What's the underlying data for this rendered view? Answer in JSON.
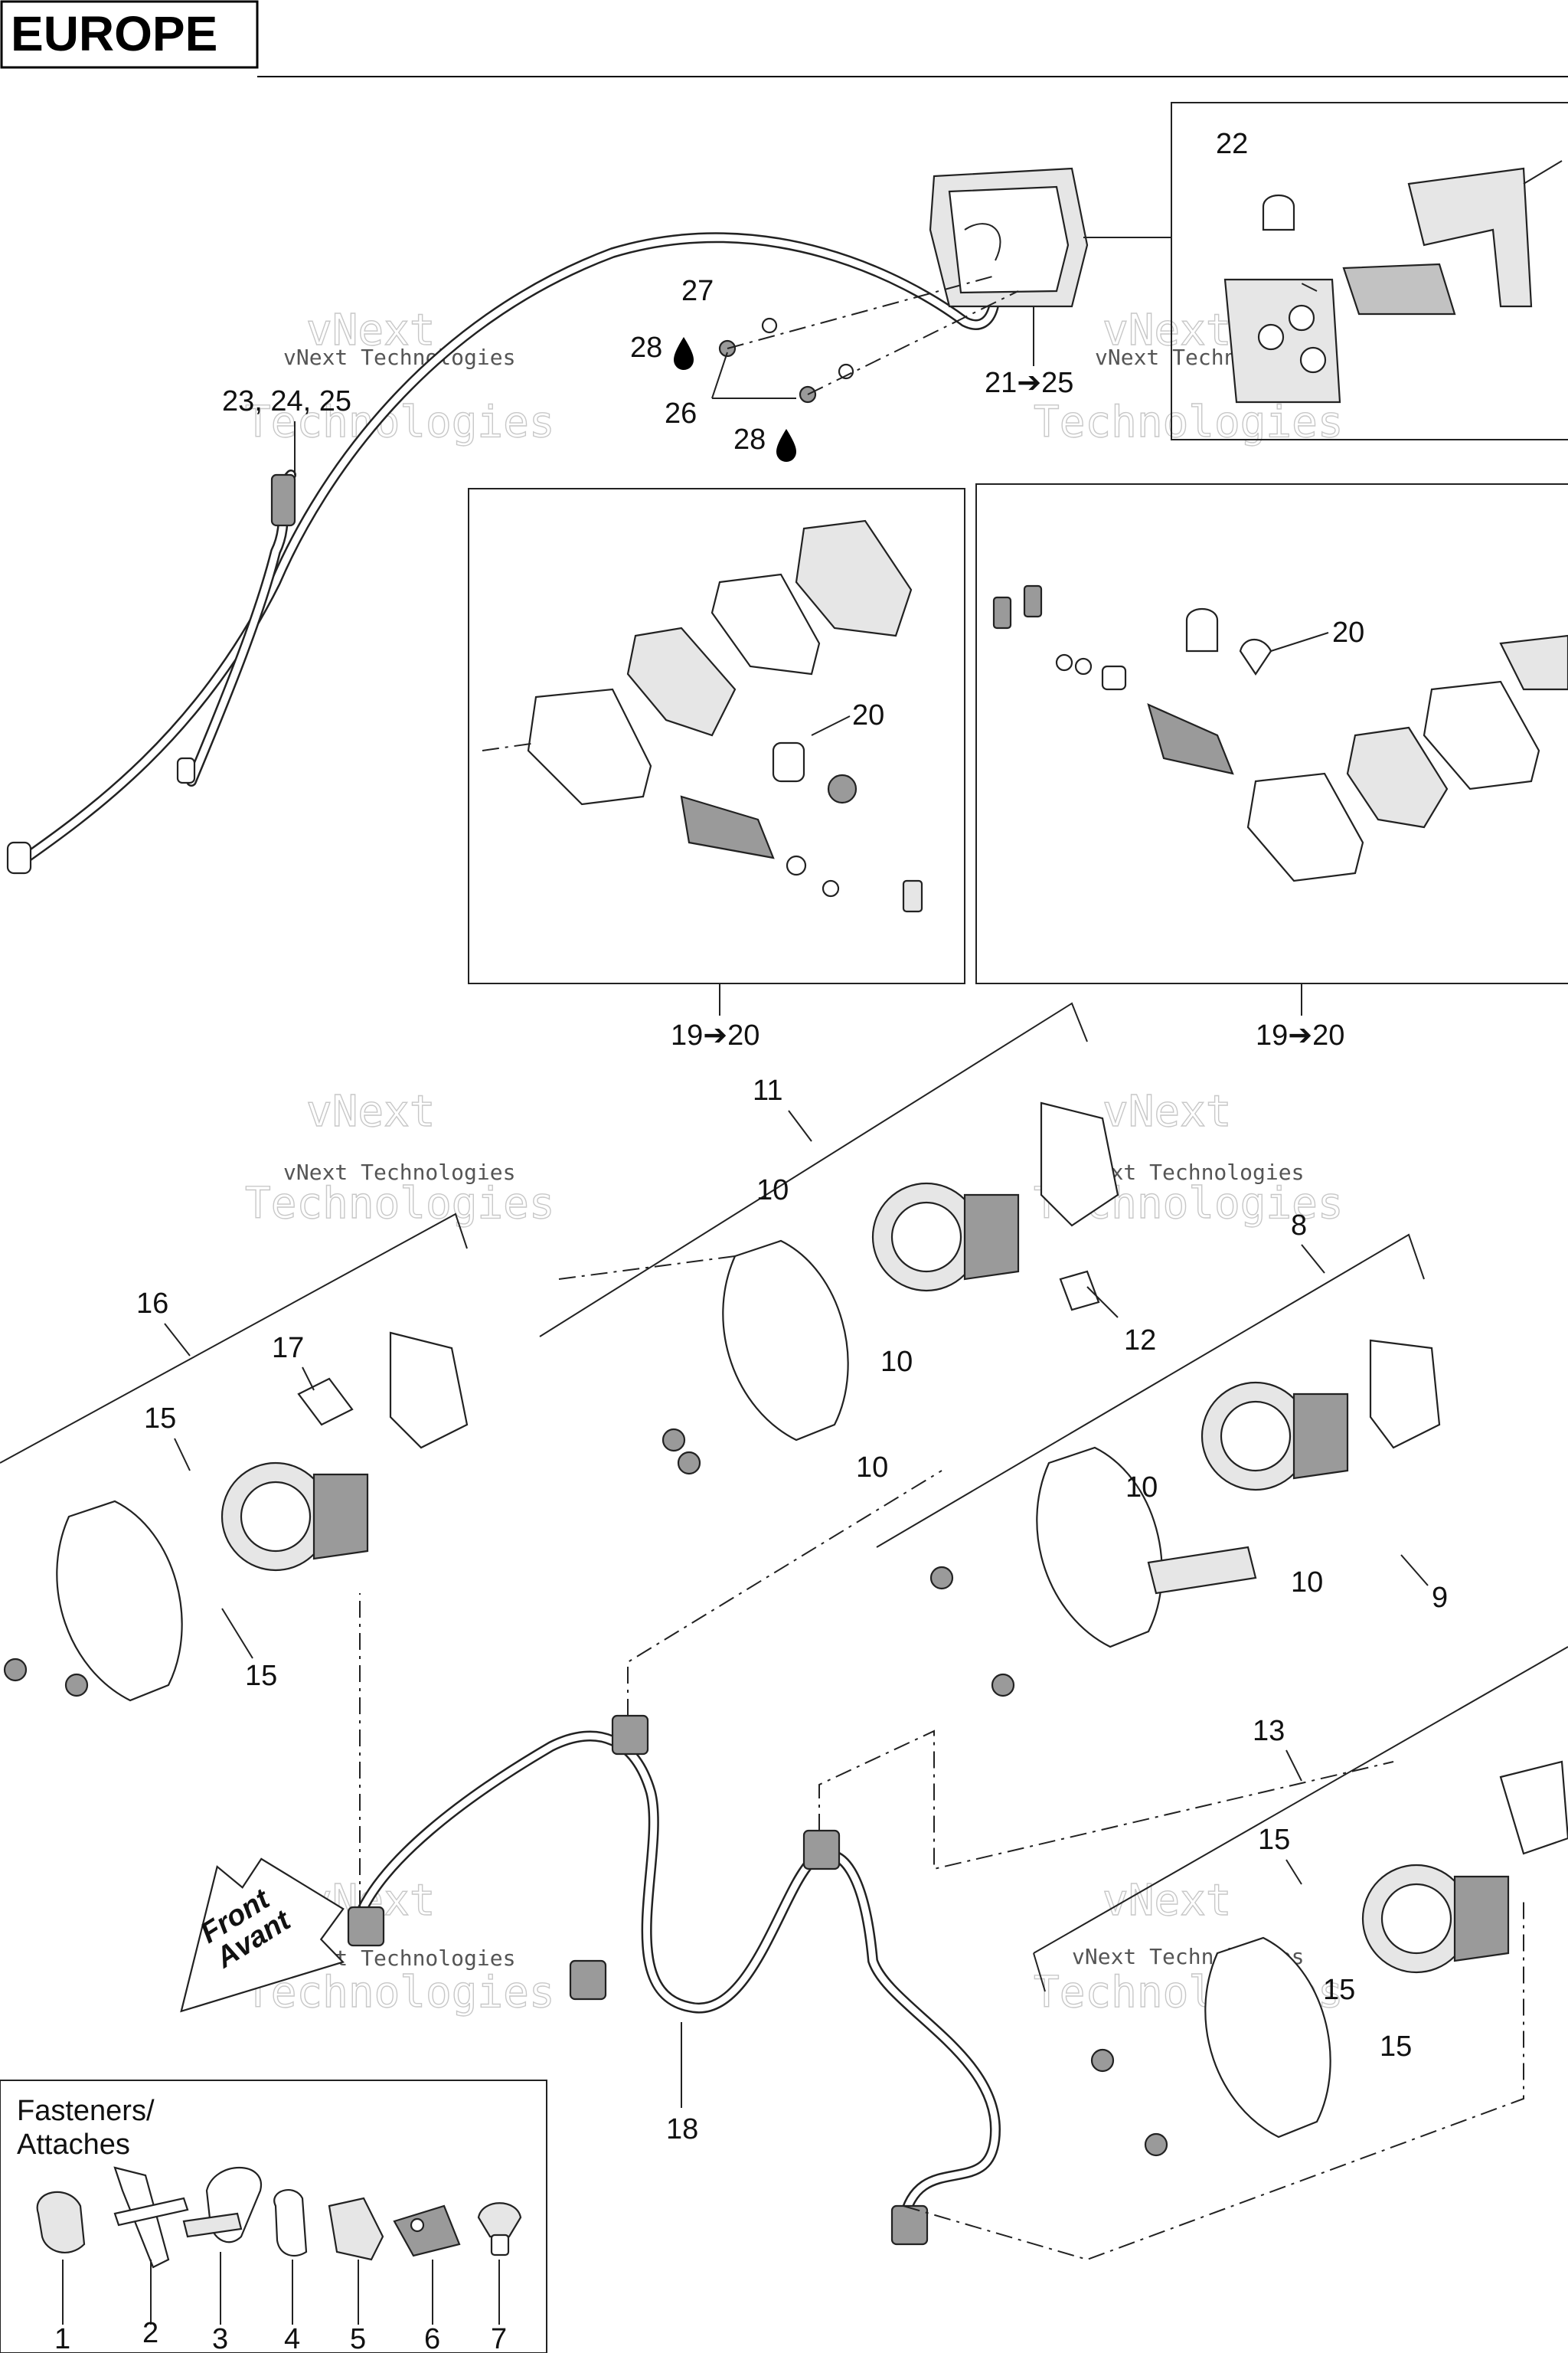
{
  "region": "EUROPE",
  "watermark": {
    "line1": "vNext",
    "line2": "Technologies",
    "small": "vNext Technologies"
  },
  "front_sign": {
    "line1": "Front",
    "line2": "Avant"
  },
  "fasteners": {
    "title_line1": "Fasteners/",
    "title_line2": "Attaches",
    "items": [
      "1",
      "2",
      "3",
      "4",
      "5",
      "6",
      "7"
    ]
  },
  "callouts": {
    "c22": "22",
    "c27": "27",
    "c28a": "28",
    "c28b": "28",
    "c26": "26",
    "c21_25": "21➔25",
    "c23_24_25": "23, 24, 25",
    "c20a": "20",
    "c20b": "20",
    "c19_20a": "19➔20",
    "c19_20b": "19➔20",
    "c11": "11",
    "c10a": "10",
    "c10b": "10",
    "c10c": "10",
    "c12": "12",
    "c8": "8",
    "c10d": "10",
    "c10e": "10",
    "c9": "9",
    "c16": "16",
    "c17": "17",
    "c15a": "15",
    "c15b": "15",
    "c13": "13",
    "c15c": "15",
    "c15d": "15",
    "c15e": "15",
    "c18": "18"
  }
}
